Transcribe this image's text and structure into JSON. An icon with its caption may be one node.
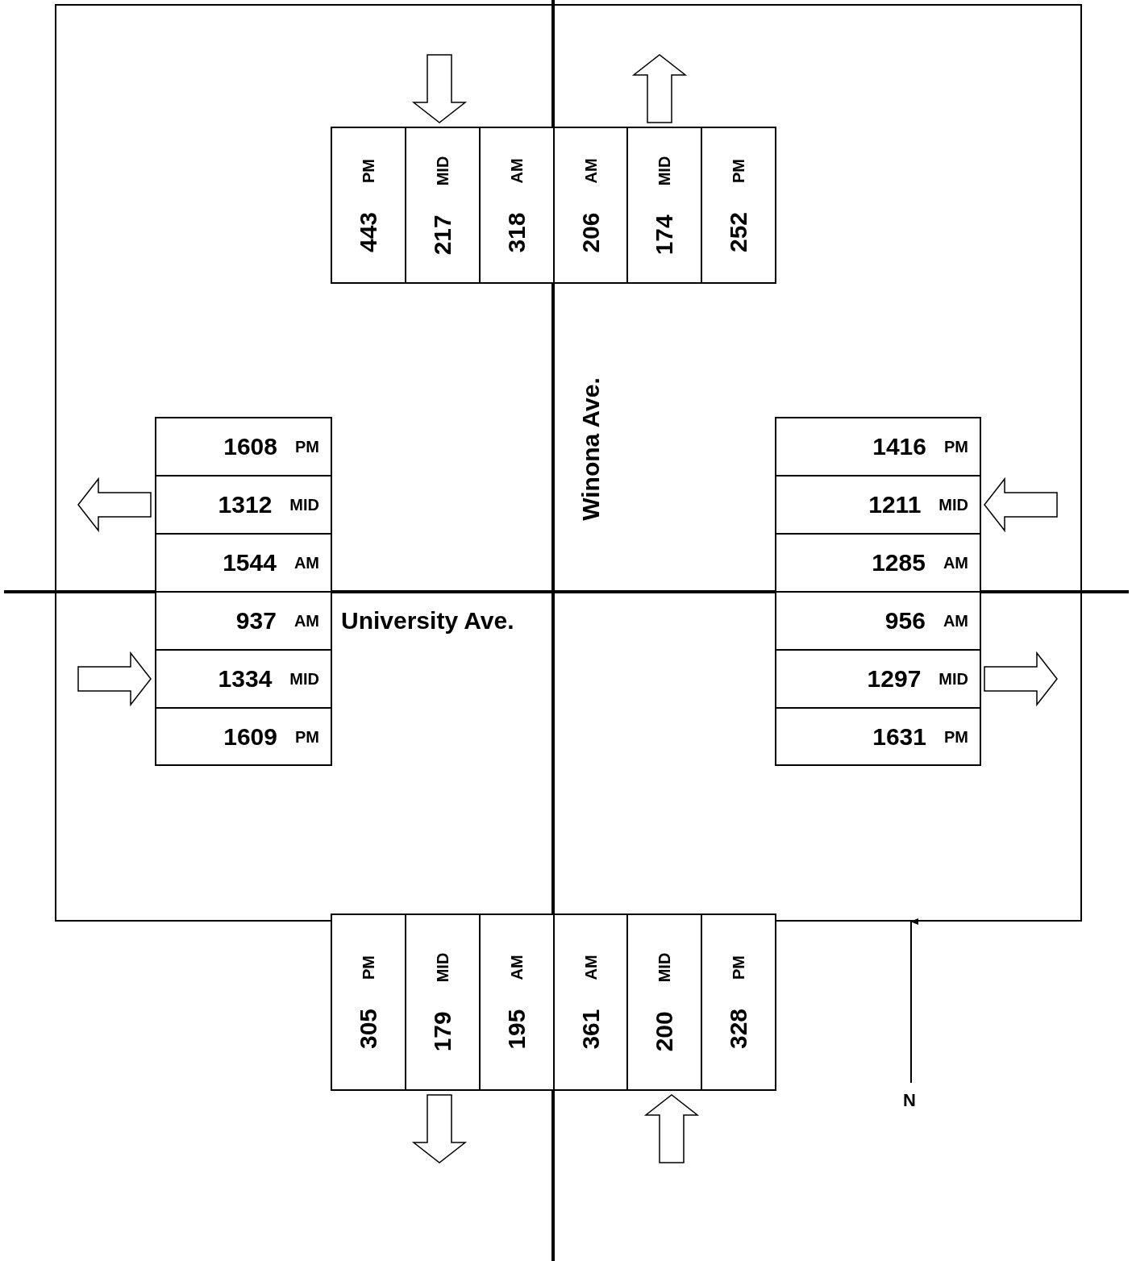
{
  "diagram": {
    "nodes": [
      {
        "text": [
          "443",
          "PM"
        ]
      },
      {
        "text": [
          "217",
          "MID"
        ]
      },
      {
        "text": [
          "318",
          "AM"
        ]
      },
      {
        "text": [
          "206",
          "AM"
        ]
      },
      {
        "text": [
          "174",
          "MID"
        ]
      },
      {
        "text": [
          "252",
          "PM"
        ]
      },
      {
        "text": [
          "1608",
          "PM"
        ]
      },
      {
        "text": [
          "1416",
          "PM"
        ]
      },
      {
        "text": [
          "1312",
          "MID"
        ]
      },
      {
        "text": [
          "1211",
          "MID"
        ]
      },
      {
        "text": [
          "1544",
          "AM"
        ]
      },
      {
        "text": [
          "1285",
          "AM"
        ]
      },
      {
        "text": [
          "937",
          "AM"
        ]
      },
      {
        "text": [
          "956",
          "AM"
        ]
      },
      {
        "text": [
          "1334",
          "MID"
        ]
      },
      {
        "text": [
          "1297",
          "MID"
        ]
      },
      {
        "text": [
          "1609",
          "PM"
        ]
      },
      {
        "text": [
          "1631",
          "PM"
        ]
      },
      {
        "text": [
          "305",
          "PM"
        ]
      },
      {
        "text": [
          "179",
          "MID"
        ]
      },
      {
        "text": [
          "195",
          "AM"
        ]
      },
      {
        "text": [
          "361",
          "AM"
        ]
      },
      {
        "text": [
          "200",
          "MID"
        ]
      },
      {
        "text": [
          "328",
          "PM"
        ]
      }
    ],
    "labels": [
      "Winona Ave.",
      "University Ave.",
      "N"
    ]
  }
}
